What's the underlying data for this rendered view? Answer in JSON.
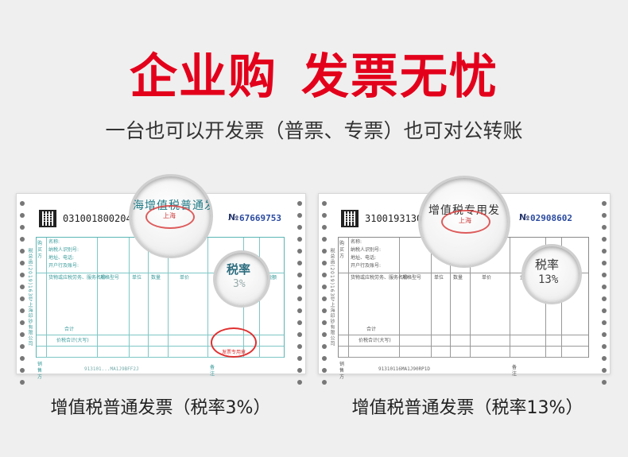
{
  "headline": {
    "part1": "企业购",
    "part2": "发票无忧"
  },
  "subheadline": "一台也可以开发票（普票、专票）也可对公转账",
  "invoices": [
    {
      "invoice_code": "031001800204",
      "number_mark": "№",
      "number": "67669753",
      "lens_title": "海增值税普通发",
      "lens_stamp_text": "上海",
      "tax_rate_label": "税率",
      "tax_rate_value": "3%",
      "buyer_label": "购买方",
      "seller_label": "销售方",
      "field_name": "名称:",
      "field_taxid": "纳税人识别号:",
      "field_address": "地址、电话:",
      "field_bank": "开户行及账号:",
      "col_goods": "货物或应税劳务、服务名称",
      "col_spec": "规格型号",
      "col_unit": "单位",
      "col_qty": "数量",
      "col_price": "单价",
      "col_amount": "金额",
      "col_rate": "税率",
      "col_tax": "税额",
      "total_label": "合计",
      "total_words_label": "价税合计(大写)",
      "notes_label": "备注",
      "seller_taxid": "913101...MA1J9BFF2J",
      "side_text": "税总函(2019)163号上海印钞有限公司",
      "seal_text": "发票专用章",
      "caption": "增值税普通发票（税率3%）"
    },
    {
      "invoice_code": "3100193130",
      "number_mark": "№",
      "number": "02908602",
      "lens_title": "增值税专用发",
      "lens_stamp_text": "上海",
      "tax_rate_label": "税率",
      "tax_rate_value": "13%",
      "buyer_label": "购买方",
      "seller_label": "销售方",
      "field_name": "名称:",
      "field_taxid": "纳税人识别号:",
      "field_address": "地址、电话:",
      "field_bank": "开户行及账号:",
      "col_goods": "货物或应税劳务、服务名称",
      "col_spec": "规格型号",
      "col_unit": "单位",
      "col_qty": "数量",
      "col_price": "单价",
      "col_amount": "金额",
      "col_rate": "税率",
      "col_tax": "税额",
      "total_label": "合计",
      "total_words_label": "价税合计(大写)",
      "notes_label": "备注",
      "seller_taxid": "91310116MA1J90RP1D",
      "side_text": "税总函(2019)163号上海印钞有限公司",
      "caption": "增值税普通发票（税率13%）"
    }
  ],
  "colors": {
    "accent_red": "#e3001b",
    "invoice_teal": "#5cb5b5",
    "invoice_gray": "#8a8a8a"
  },
  "icons": {
    "qr": "qr-code-icon",
    "magnifier": "magnifier-lens-icon"
  }
}
